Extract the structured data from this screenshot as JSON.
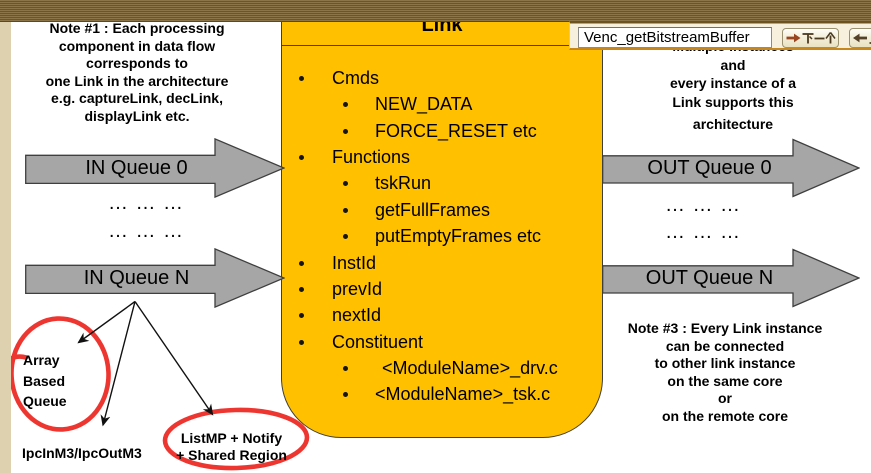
{
  "find_toolbar": {
    "input_value": "Venc_getBitstreamBuffer",
    "next_button_label": "下一个",
    "prev_button_label": "上一个",
    "next_arrow": "→",
    "prev_arrow": "←"
  },
  "slide": {
    "note1": "Note #1 : Each processing\ncomponent in data flow\ncorresponds to\none Link in the architecture\ne.g. captureLink, decLink,\ndisplayLink etc.",
    "note2": "Multiple instances\nand\nevery instance of a\nLink supports this",
    "note2_arch": "architecture",
    "note3": "Note #3 : Every Link instance\ncan be connected\nto other link instance\non the same core\nor\non the remote core",
    "box": {
      "title": "Link",
      "items": [
        {
          "level": 1,
          "text": "Cmds"
        },
        {
          "level": 2,
          "text": "NEW_DATA"
        },
        {
          "level": 2,
          "text": "FORCE_RESET etc"
        },
        {
          "level": 1,
          "text": "Functions"
        },
        {
          "level": 2,
          "text": "tskRun"
        },
        {
          "level": 2,
          "text": "getFullFrames"
        },
        {
          "level": 2,
          "text": "putEmptyFrames etc"
        },
        {
          "level": 1,
          "text": "InstId"
        },
        {
          "level": 1,
          "text": "prevId"
        },
        {
          "level": 1,
          "text": "nextId"
        },
        {
          "level": 1,
          "text": "Constituent"
        },
        {
          "level": 2,
          "text": "<ModuleName>_drv.c"
        },
        {
          "level": 2,
          "text": "<ModuleName>_tsk.c"
        }
      ]
    },
    "queues": {
      "in0": "IN Queue 0",
      "inN": "IN Queue N",
      "out0": "OUT Queue 0",
      "outN": "OUT Queue N"
    },
    "dots": "… … …",
    "annotations": {
      "array_queue": "Array\nBased\nQueue",
      "listmp": "ListMP + Notify\n+ Shared Region",
      "ipc": "IpcInM3/IpcOutM3"
    }
  },
  "colors": {
    "box_fill": "#ffc000",
    "arrow_fill": "#a6a6a6",
    "outline": "#3f3f3f",
    "red_pen": "#ee3630",
    "titlebar_brown": "#6a5531",
    "toolbar_bg": "#f6f0dc",
    "toolbar_border": "#c8871d"
  }
}
